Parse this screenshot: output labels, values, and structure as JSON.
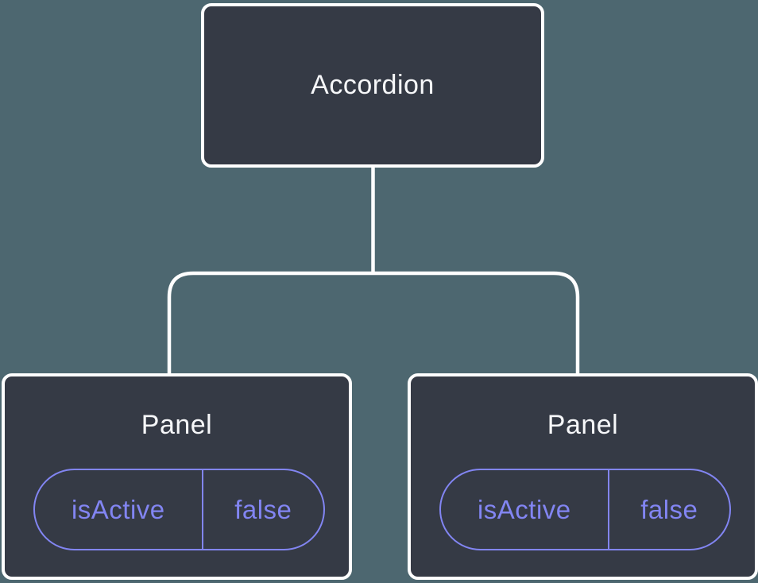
{
  "colors": {
    "background": "#4d6770",
    "node_fill": "#353a45",
    "node_border": "#ffffff",
    "node_text": "#f6f7f9",
    "accent": "#8285f2"
  },
  "tree": {
    "root": {
      "label": "Accordion"
    },
    "children": [
      {
        "label": "Panel",
        "state": {
          "name": "isActive",
          "value": "false"
        }
      },
      {
        "label": "Panel",
        "state": {
          "name": "isActive",
          "value": "false"
        }
      }
    ]
  }
}
